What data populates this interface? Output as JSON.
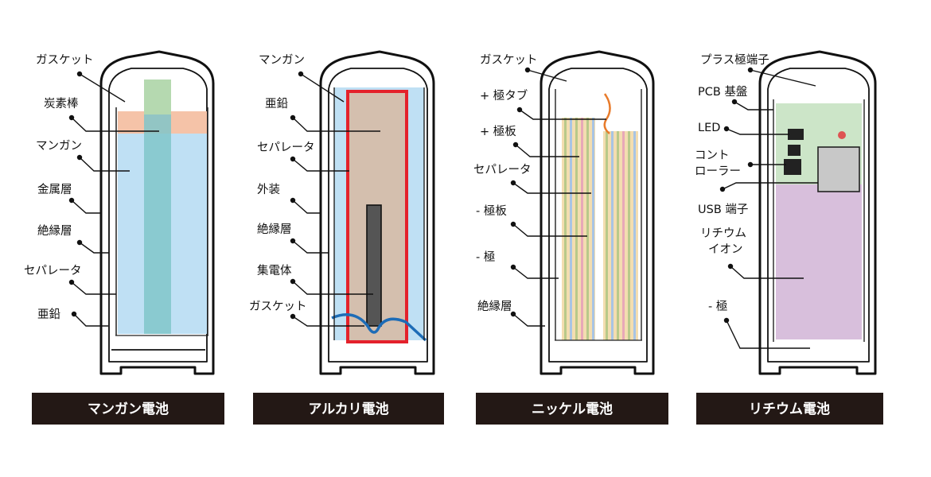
{
  "colors": {
    "title_bar": "#231815",
    "blue": "#bfe0f4",
    "teal": "#80c6c9",
    "green_rod": "#b5d9b0",
    "salmon": "#f5c3a8",
    "brown": "#d4bfae",
    "red": "#e4212b",
    "blue_line": "#1d6cb7",
    "purple": "#d8bfdc",
    "pcb_green": "#cce5c8",
    "orange": "#e87b2b"
  },
  "batteries": [
    {
      "title": "マンガン電池",
      "labels": [
        "ガスケット",
        "炭素棒",
        "マンガン",
        "金属層",
        "絶縁層",
        "セパレータ",
        "亜鉛"
      ]
    },
    {
      "title": "アルカリ電池",
      "labels": [
        "マンガン",
        "亜鉛",
        "セパレータ",
        "外装",
        "絶縁層",
        "集電体",
        "ガスケット"
      ]
    },
    {
      "title": "ニッケル電池",
      "labels": [
        "ガスケット",
        "+ 極タブ",
        "+ 極板",
        "セパレータ",
        "- 極板",
        "- 極",
        "絶縁層"
      ]
    },
    {
      "title": "リチウム電池",
      "labels": [
        "プラス極端子",
        "PCB 基盤",
        "LED",
        "コント",
        "ローラー",
        "USB 端子",
        "リチウム",
        "イオン",
        "- 極"
      ]
    }
  ]
}
